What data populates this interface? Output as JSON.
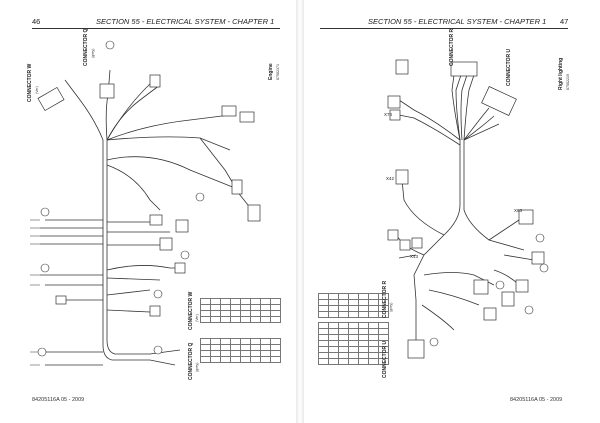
{
  "left_page": {
    "number": "46",
    "header": "SECTION 55 - ELECTRICAL SYSTEM - CHAPTER 1",
    "footer": "84205116A   05 - 2009",
    "labels": {
      "connector_w": "CONNECTOR W",
      "connector_w_sub": "(Ver)",
      "connector_q": "CONNECTOR Q",
      "connector_q_sub": "(grey)",
      "engine": "Engine",
      "engine_code": "87582371",
      "tbl_connector_w": "CONNECTOR W",
      "tbl_connector_w_sub": "(Ver)",
      "tbl_connector_q": "CONNECTOR Q",
      "tbl_connector_q_sub": "(grey)"
    }
  },
  "right_page": {
    "number": "47",
    "header": "SECTION 55 - ELECTRICAL SYSTEM - CHAPTER 1",
    "footer": "84205116A   05 - 2009",
    "labels": {
      "connector_r": "CONNECTOR R",
      "connector_u": "CONNECTOR U",
      "right_lighting": "Right lighting",
      "right_lighting_code": "87582219",
      "x74": "X74",
      "x42": "X42",
      "x43": "X43",
      "x63": "X63",
      "tbl_connector_r": "CONNECTOR R",
      "tbl_connector_r_sub": "(grey)",
      "tbl_connector_u": "CONNECTOR U"
    }
  },
  "colors": {
    "line": "#333333",
    "paper": "#ffffff"
  }
}
